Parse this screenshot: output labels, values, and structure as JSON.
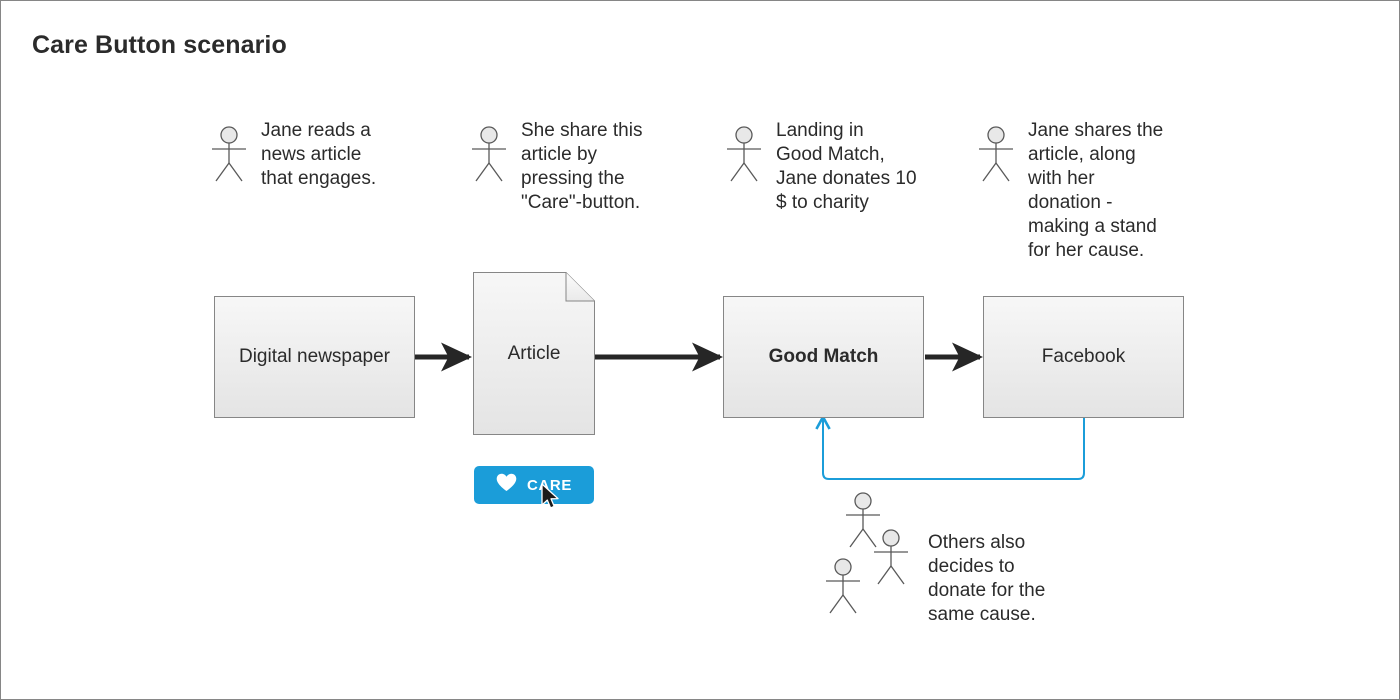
{
  "page": {
    "title": "Care Button scenario",
    "border_color": "#868686",
    "background": "#ffffff",
    "text_color": "#2b2b2b"
  },
  "colors": {
    "accent_blue": "#1b9dd9",
    "loop_blue": "#1b9dd9",
    "node_border": "#868686",
    "node_fill_top": "#f7f7f7",
    "node_fill_bottom": "#e4e4e4",
    "arrow_black": "#262626",
    "figure_stroke": "#595959",
    "figure_head_fill": "#e8e8e8"
  },
  "annotations": [
    {
      "id": "annotation-1",
      "icon": "stick-figure-icon",
      "text": "Jane reads a\nnews article\nthat engages."
    },
    {
      "id": "annotation-2",
      "icon": "stick-figure-icon",
      "text": "She  share this\narticle by\npressing the\n\"Care\"-button."
    },
    {
      "id": "annotation-3",
      "icon": "stick-figure-icon",
      "text": "Landing in\nGood Match,\nJane donates 10\n$ to charity"
    },
    {
      "id": "annotation-4",
      "icon": "stick-figure-icon",
      "text": "Jane shares the\narticle, along\nwith her\ndonation -\nmaking a stand\nfor her cause."
    }
  ],
  "cluster_annotation": {
    "id": "annotation-others",
    "icon": "stick-figure-group-icon",
    "figure_count": 3,
    "text": "Others also\ndecides to\ndonate for the\nsame cause."
  },
  "flow": {
    "nodes": [
      {
        "id": "node-digital-newspaper",
        "label": "Digital newspaper",
        "shape": "rectangle",
        "bold": false
      },
      {
        "id": "node-article",
        "label": "Article",
        "shape": "document",
        "bold": false
      },
      {
        "id": "node-good-match",
        "label": "Good Match",
        "shape": "rectangle",
        "bold": true
      },
      {
        "id": "node-facebook",
        "label": "Facebook",
        "shape": "rectangle",
        "bold": false
      }
    ],
    "edges": [
      {
        "id": "edge-newspaper-to-article",
        "from": "Digital newspaper",
        "to": "Article",
        "style": "solid-black"
      },
      {
        "id": "edge-article-to-goodmatch",
        "from": "Article",
        "to": "Good Match",
        "style": "solid-black"
      },
      {
        "id": "edge-goodmatch-to-facebook",
        "from": "Good Match",
        "to": "Facebook",
        "style": "solid-black"
      },
      {
        "id": "edge-facebook-to-goodmatch",
        "from": "Facebook",
        "to": "Good Match",
        "style": "blue-feedback-loop"
      }
    ]
  },
  "care_button": {
    "label": "CARE",
    "icon": "heart-icon",
    "color": "#1b9dd9",
    "cursor": "mouse-pointer-icon"
  }
}
